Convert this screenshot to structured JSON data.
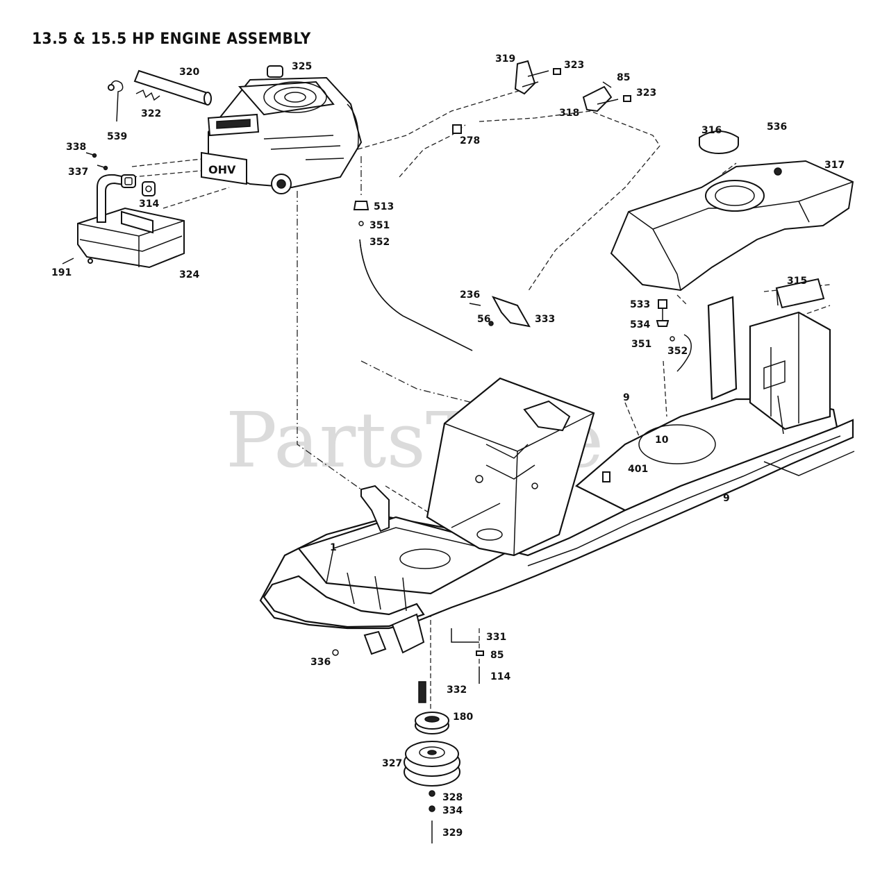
{
  "title": "13.5 & 15.5 HP ENGINE ASSEMBLY",
  "watermark": "PartsTree",
  "engine_label": "OHV",
  "callouts": {
    "c320": "320",
    "c325": "325",
    "c322": "322",
    "c539": "539",
    "c338a": "338",
    "c337": "337",
    "c314": "314",
    "c191": "191",
    "c324": "324",
    "c319": "319",
    "c323a": "323",
    "c85a": "85",
    "c323b": "323",
    "c318": "318",
    "c278": "278",
    "c316": "316",
    "c536": "536",
    "c317": "317",
    "c513": "513",
    "c351a": "351",
    "c352a": "352",
    "c236": "236",
    "c56": "56",
    "c333": "333",
    "c315": "315",
    "c533": "533",
    "c534": "534",
    "c351b": "351",
    "c352b": "352",
    "c9a": "9",
    "c10": "10",
    "c401": "401",
    "c9b": "9",
    "c1": "1",
    "c331": "331",
    "c85b": "85",
    "c114": "114",
    "c336": "336",
    "c332": "332",
    "c180": "180",
    "c327": "327",
    "c328": "328",
    "c334": "334",
    "c329": "329"
  }
}
